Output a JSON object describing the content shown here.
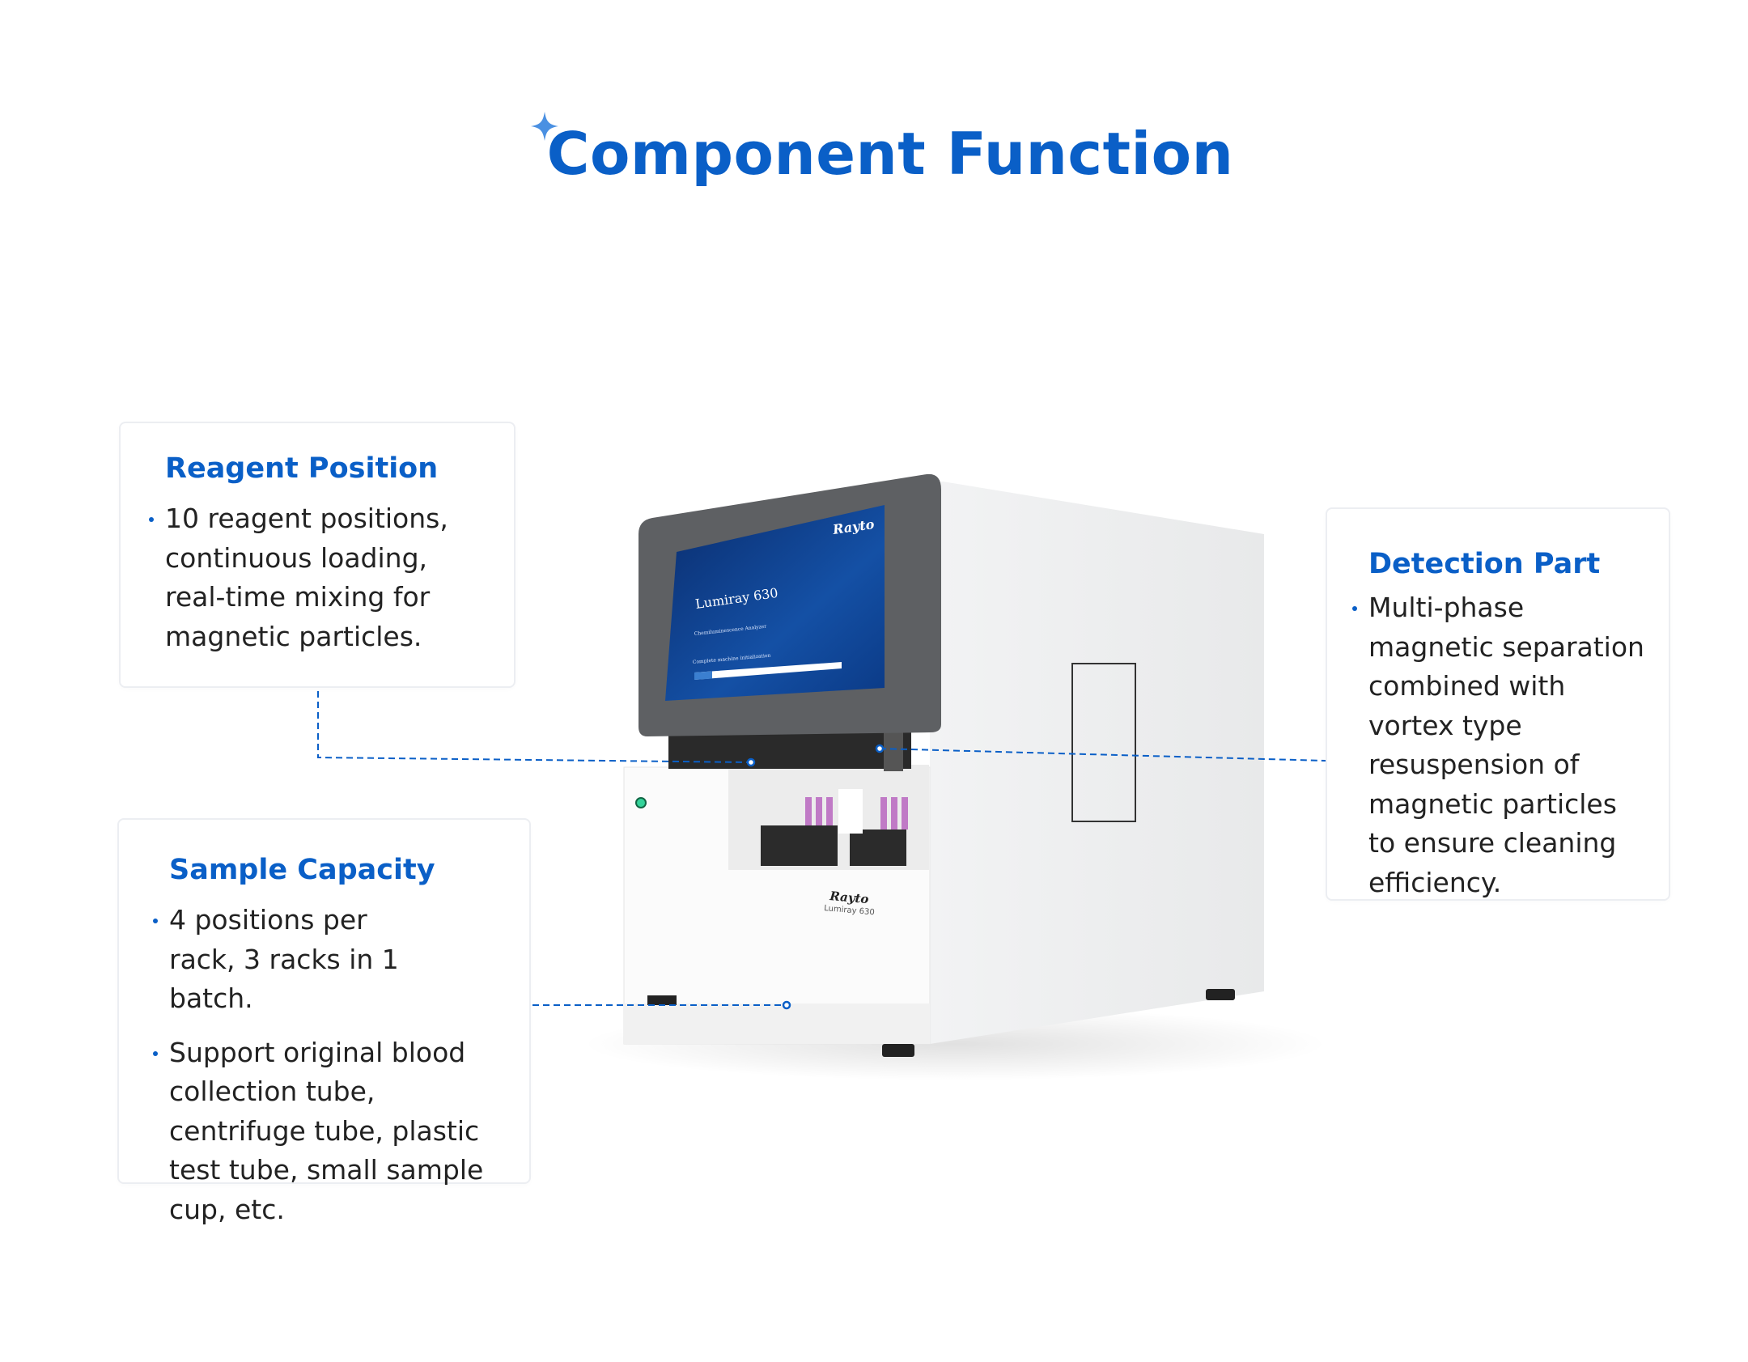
{
  "header": {
    "title": "Component Function",
    "icon": "sparkle-icon"
  },
  "cards": {
    "reagent": {
      "title": "Reagent Position",
      "bullets": [
        "10 reagent positions, continuous loading, real-time mixing for magnetic particles."
      ]
    },
    "sample": {
      "title": "Sample Capacity",
      "bullets": [
        "4 positions per rack, 3 racks in 1 batch.",
        "Support original blood collection tube, centrifuge tube, plastic test tube, small sample cup, etc."
      ]
    },
    "detection": {
      "title": "Detection Part",
      "bullets": [
        "Multi-phase magnetic separation combined with vortex type resuspension of magnetic particles to ensure cleaning efficiency."
      ]
    }
  },
  "device": {
    "screen": {
      "brand": "Rayto",
      "model": "Lumiray  630",
      "subtitle": "Chemiluminescence Analyzer",
      "status": "Complete machine initialization",
      "progress": 0.12
    },
    "front_label": {
      "brand": "Rayto",
      "model": "Lumiray 630"
    }
  },
  "colors": {
    "accent": "#0a5fc7",
    "sparkle": "#4a90e2",
    "bezel": "#5e6063",
    "screen": "#0b3d8a"
  }
}
